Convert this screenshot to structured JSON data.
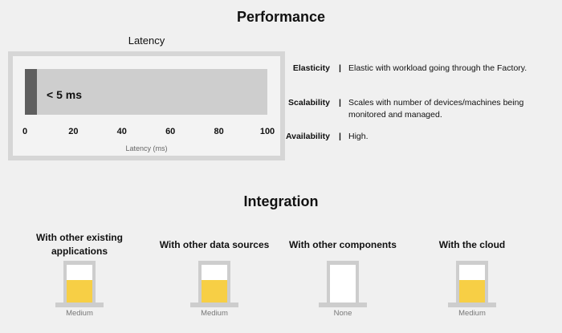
{
  "performance": {
    "title": "Performance",
    "latency": {
      "label": "Latency",
      "value_label": "< 5 ms",
      "axis_title": "Latency (ms)",
      "ticks": [
        "0",
        "20",
        "40",
        "60",
        "80",
        "100"
      ],
      "value_percent": 5
    },
    "metrics": [
      {
        "name": "Elasticity",
        "sep": "|",
        "desc": "Elastic with workload going  through the Factory."
      },
      {
        "name": "Scalability",
        "sep": "|",
        "desc": "Scales with number of devices/machines being monitored and managed."
      },
      {
        "name": "Availability",
        "sep": "|",
        "desc": "High."
      }
    ]
  },
  "integration": {
    "title": "Integration",
    "items": [
      {
        "label": "With other existing applications",
        "level": "Medium",
        "fill_fraction": 0.62
      },
      {
        "label": "With other data sources",
        "level": "Medium",
        "fill_fraction": 0.62
      },
      {
        "label": "With other components",
        "level": "None",
        "fill_fraction": 0
      },
      {
        "label": "With the cloud",
        "level": "Medium",
        "fill_fraction": 0.62
      }
    ]
  },
  "colors": {
    "fill": "#f7cf45",
    "latency_bar": "#5f5f5f",
    "track": "#cecece"
  }
}
